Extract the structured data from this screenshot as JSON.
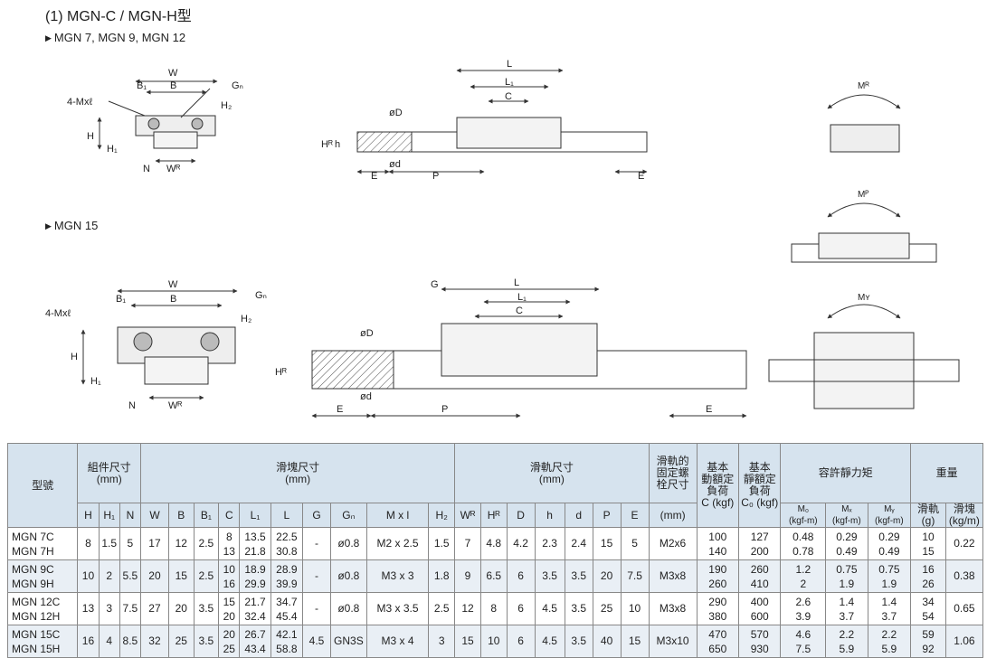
{
  "title": "(1) MGN-C / MGN-H型",
  "sections": [
    {
      "label": "MGN 7, MGN 9, MGN 12"
    },
    {
      "label": "MGN 15"
    }
  ],
  "drawing_labels": {
    "W": "W",
    "B": "B",
    "B1": "B₁",
    "Gn": "Gₙ",
    "mxl": "4-Mxℓ",
    "H": "H",
    "H1": "H₁",
    "H2": "H₂",
    "N": "N",
    "WR": "Wᴿ",
    "L": "L",
    "L1": "L₁",
    "C": "C",
    "D": "øD",
    "d": "ød",
    "h": "h",
    "HR": "Hᴿ",
    "E": "E",
    "P": "P",
    "G": "G",
    "MR": "Mᴿ",
    "MP": "Mᴾ",
    "MY": "Mʏ"
  },
  "table": {
    "header_groups": {
      "model": "型號",
      "assembly": "組件尺寸\n(mm)",
      "block": "滑塊尺寸\n(mm)",
      "rail": "滑軌尺寸\n(mm)",
      "bolt": "滑軌的\n固定螺\n栓尺寸",
      "bolt_unit": "(mm)",
      "dyn": "基本\n動額定\n負荷\nC (kgf)",
      "stat": "基本\n靜額定\n負荷\nC₀ (kgf)",
      "moment": "容許靜力矩",
      "weight": "重量"
    },
    "sub_headers": [
      "H",
      "H₁",
      "N",
      "W",
      "B",
      "B₁",
      "C",
      "L₁",
      "L",
      "G",
      "Gₙ",
      "M x l",
      "H₂",
      "Wᴿ",
      "Hᴿ",
      "D",
      "h",
      "d",
      "P",
      "E"
    ],
    "moment_headers": [
      "M₀\n(kgf-m)",
      "Mₓ\n(kgf-m)",
      "Mᵧ\n(kgf-m)"
    ],
    "weight_headers": [
      "滑軌\n(g)",
      "滑塊\n(kg/m)"
    ],
    "rows": [
      {
        "models": [
          "MGN 7C",
          "MGN 7H"
        ],
        "H": "8",
        "H1": "1.5",
        "N": "5",
        "W": "17",
        "B": "12",
        "B1": "2.5",
        "C": [
          "8",
          "13"
        ],
        "L1": [
          "13.5",
          "21.8"
        ],
        "L": [
          "22.5",
          "30.8"
        ],
        "G": "-",
        "Gn": "ø0.8",
        "Mxl": "M2 x 2.5",
        "H2": "1.5",
        "WR": "7",
        "HR": "4.8",
        "D": "4.2",
        "h": "2.3",
        "d": "2.4",
        "P": "15",
        "E": "5",
        "bolt": "M2x6",
        "Cdyn": [
          "100",
          "140"
        ],
        "C0": [
          "127",
          "200"
        ],
        "M0": [
          "0.48",
          "0.78"
        ],
        "MX": [
          "0.29",
          "0.49"
        ],
        "MY": [
          "0.29",
          "0.49"
        ],
        "wblock": [
          "10",
          "15"
        ],
        "wrail": "0.22"
      },
      {
        "models": [
          "MGN 9C",
          "MGN 9H"
        ],
        "H": "10",
        "H1": "2",
        "N": "5.5",
        "W": "20",
        "B": "15",
        "B1": "2.5",
        "C": [
          "10",
          "16"
        ],
        "L1": [
          "18.9",
          "29.9"
        ],
        "L": [
          "28.9",
          "39.9"
        ],
        "G": "-",
        "Gn": "ø0.8",
        "Mxl": "M3 x 3",
        "H2": "1.8",
        "WR": "9",
        "HR": "6.5",
        "D": "6",
        "h": "3.5",
        "d": "3.5",
        "P": "20",
        "E": "7.5",
        "bolt": "M3x8",
        "Cdyn": [
          "190",
          "260"
        ],
        "C0": [
          "260",
          "410"
        ],
        "M0": [
          "1.2",
          "2"
        ],
        "MX": [
          "0.75",
          "1.9"
        ],
        "MY": [
          "0.75",
          "1.9"
        ],
        "wblock": [
          "16",
          "26"
        ],
        "wrail": "0.38"
      },
      {
        "models": [
          "MGN 12C",
          "MGN 12H"
        ],
        "H": "13",
        "H1": "3",
        "N": "7.5",
        "W": "27",
        "B": "20",
        "B1": "3.5",
        "C": [
          "15",
          "20"
        ],
        "L1": [
          "21.7",
          "32.4"
        ],
        "L": [
          "34.7",
          "45.4"
        ],
        "G": "-",
        "Gn": "ø0.8",
        "Mxl": "M3 x 3.5",
        "H2": "2.5",
        "WR": "12",
        "HR": "8",
        "D": "6",
        "h": "4.5",
        "d": "3.5",
        "P": "25",
        "E": "10",
        "bolt": "M3x8",
        "Cdyn": [
          "290",
          "380"
        ],
        "C0": [
          "400",
          "600"
        ],
        "M0": [
          "2.6",
          "3.9"
        ],
        "MX": [
          "1.4",
          "3.7"
        ],
        "MY": [
          "1.4",
          "3.7"
        ],
        "wblock": [
          "34",
          "54"
        ],
        "wrail": "0.65"
      },
      {
        "models": [
          "MGN 15C",
          "MGN 15H"
        ],
        "H": "16",
        "H1": "4",
        "N": "8.5",
        "W": "32",
        "B": "25",
        "B1": "3.5",
        "C": [
          "20",
          "25"
        ],
        "L1": [
          "26.7",
          "43.4"
        ],
        "L": [
          "42.1",
          "58.8"
        ],
        "G": "4.5",
        "Gn": "GN3S",
        "Mxl": "M3 x 4",
        "H2": "3",
        "WR": "15",
        "HR": "10",
        "D": "6",
        "h": "4.5",
        "d": "3.5",
        "P": "40",
        "E": "15",
        "bolt": "M3x10",
        "Cdyn": [
          "470",
          "650"
        ],
        "C0": [
          "570",
          "930"
        ],
        "M0": [
          "4.6",
          "7.5"
        ],
        "MX": [
          "2.2",
          "5.9"
        ],
        "MY": [
          "2.2",
          "5.9"
        ],
        "wblock": [
          "59",
          "92"
        ],
        "wrail": "1.06"
      }
    ]
  }
}
